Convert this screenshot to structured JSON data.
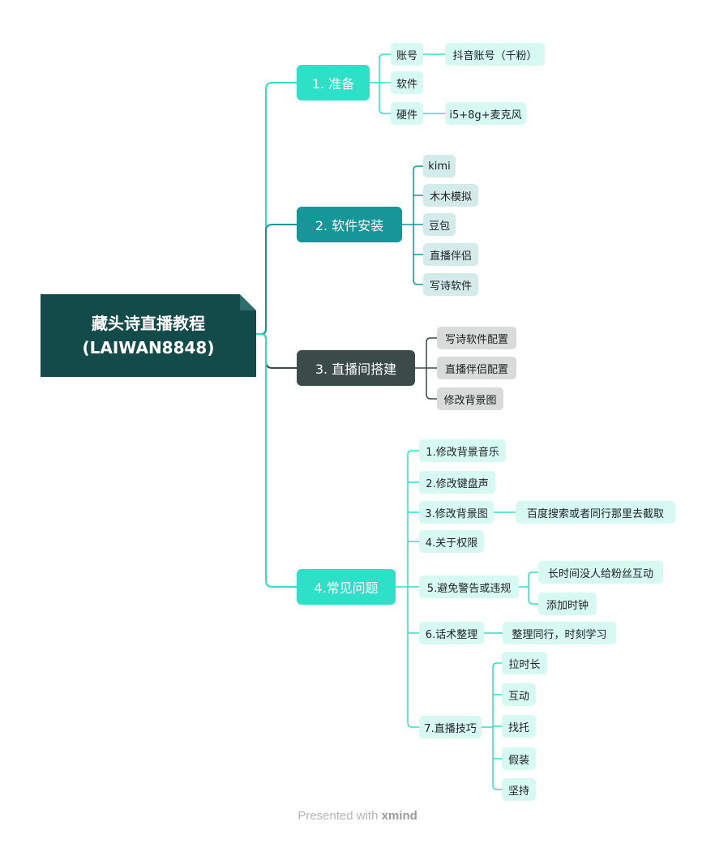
{
  "colors": {
    "root": "#124b4a",
    "branch1": "#2fe0c9",
    "branch2": "#17969a",
    "branch3": "#3b4b49",
    "branch4": "#2fe0c9"
  },
  "root": {
    "line1": "藏头诗直播教程",
    "line2": "(LAIWAN8848)"
  },
  "branches": [
    {
      "label": "1. 准备",
      "children": [
        {
          "label": "账号",
          "child": "抖音账号（千粉）"
        },
        {
          "label": "软件"
        },
        {
          "label": "硬件",
          "child": "i5+8g+麦克风"
        }
      ]
    },
    {
      "label": "2. 软件安装",
      "children": [
        "kimi",
        "木木模拟",
        "豆包",
        "直播伴侣",
        "写诗软件"
      ]
    },
    {
      "label": "3. 直播间搭建",
      "children": [
        "写诗软件配置",
        "直播伴侣配置",
        "修改背景图"
      ]
    },
    {
      "label": "4.常见问题",
      "children": [
        {
          "label": "1.修改背景音乐"
        },
        {
          "label": "2.修改键盘声"
        },
        {
          "label": "3.修改背景图",
          "child": "百度搜索或者同行那里去截取"
        },
        {
          "label": "4.关于权限"
        },
        {
          "label": "5.避免警告或违规",
          "subs": [
            "长时间没人给粉丝互动",
            "添加时钟"
          ]
        },
        {
          "label": "6.话术整理",
          "child": "整理同行，时刻学习"
        },
        {
          "label": "7.直播技巧",
          "subs": [
            "拉时长",
            "互动",
            "找托",
            "假装",
            "坚持"
          ]
        }
      ]
    }
  ],
  "footer": {
    "prefix": "Presented with ",
    "brand": "xmind"
  }
}
